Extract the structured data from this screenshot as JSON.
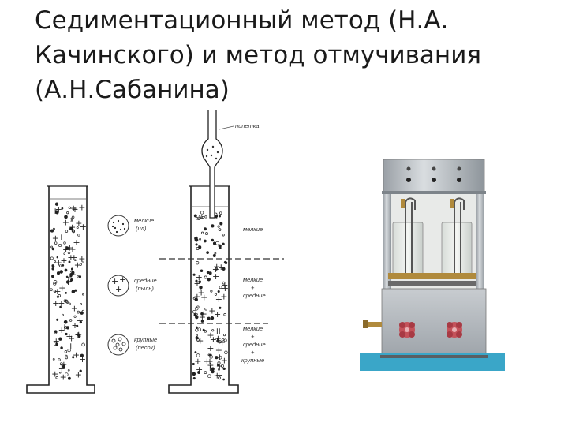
{
  "slide": {
    "title": "Седиментационный метод (Н.А. Качинского) и метод отмучивания (А.Н.Сабанина)"
  },
  "diagram": {
    "pipette_label": "пипетка",
    "legend": [
      {
        "line1": "мелкие",
        "line2": "(ил)"
      },
      {
        "line1": "средние",
        "line2": "(пыль)"
      },
      {
        "line1": "крупные",
        "line2": "(песок)"
      }
    ],
    "zones": {
      "top": "мелкие",
      "middle_line1": "мелкие",
      "middle_plus": "+",
      "middle_line2": "средние",
      "bottom_line1": "мелкие",
      "bottom_plus1": "+",
      "bottom_line2": "средние",
      "bottom_plus2": "+",
      "bottom_line3": "крупные"
    }
  },
  "apparatus": {
    "image_name": "elutriation-apparatus"
  }
}
